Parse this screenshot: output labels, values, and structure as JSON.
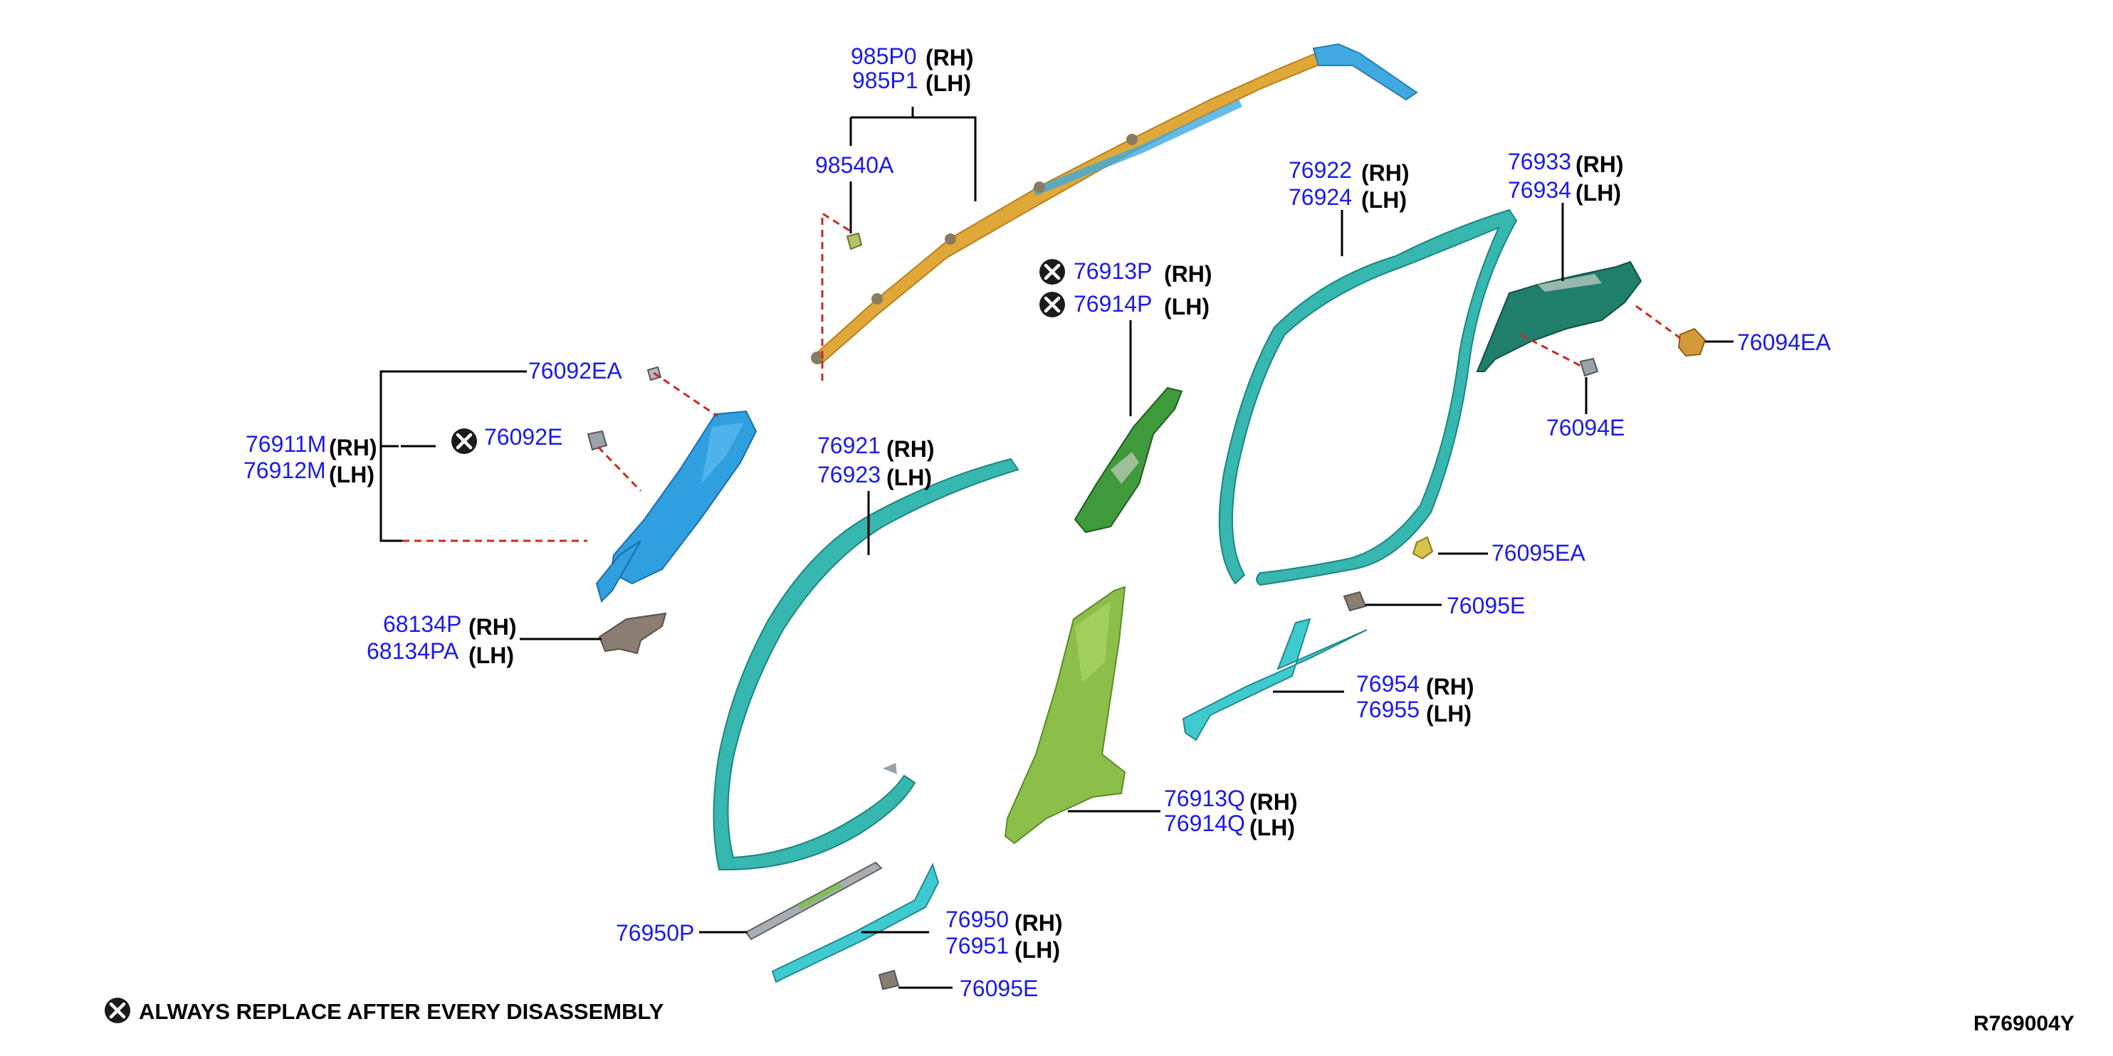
{
  "labels": {
    "l_985P0": "985P0",
    "l_985P1": "985P1",
    "l_98540A": "98540A",
    "l_76922": "76922",
    "l_76924": "76924",
    "l_76933": "76933",
    "l_76934": "76934",
    "l_76913P": "76913P",
    "l_76914P": "76914P",
    "l_76094EA": "76094EA",
    "l_76094E": "76094E",
    "l_76092EA": "76092EA",
    "l_76092E": "76092E",
    "l_76911M": "76911M",
    "l_76912M": "76912M",
    "l_76921": "76921",
    "l_76923": "76923",
    "l_76095EA": "76095EA",
    "l_76095E_right": "76095E",
    "l_68134P": "68134P",
    "l_68134PA": "68134PA",
    "l_76954": "76954",
    "l_76955": "76955",
    "l_76913Q": "76913Q",
    "l_76914Q": "76914Q",
    "l_76950P": "76950P",
    "l_76950": "76950",
    "l_76951": "76951",
    "l_76095E_bottom": "76095E"
  },
  "side": {
    "rh": "(RH)",
    "lh": "(LH)"
  },
  "legend_text": "ALWAYS REPLACE AFTER EVERY DISASSEMBLY",
  "diagram_code": "R769004Y",
  "colors": {
    "part_number": "#1a1aee",
    "airbag_orange": "#e0a838",
    "pillar_blue": "#2f9fe0",
    "weatherstrip_teal": "#36b7b0",
    "kick_teal": "#3fcad0",
    "quarter_dark_teal": "#1f7f6a",
    "b_pillar_upper_green": "#3e9a3a",
    "b_pillar_lower_green": "#8cbf4a",
    "leader_dash_red": "#cc2a1e"
  }
}
